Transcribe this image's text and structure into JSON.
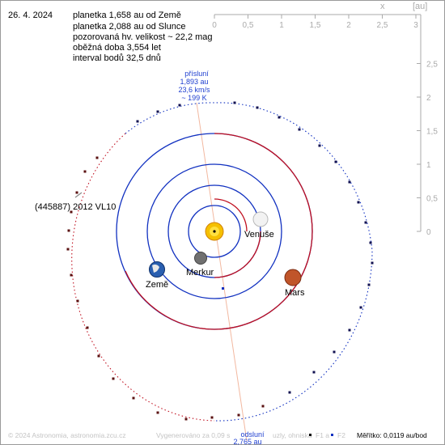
{
  "header": {
    "date": "26. 4. 2024",
    "lines": [
      "planetka 1,658 au od Země",
      "planetka 2,088 au od Slunce",
      "pozorovaná hv. velikost ~ 22,2 mag",
      "oběžná doba 3,554 let",
      "interval bodů 32,5 dnů"
    ]
  },
  "axis": {
    "x_label": "x",
    "unit_label": "[au]",
    "x_ticks": [
      "0",
      "0,5",
      "1",
      "1,5",
      "2",
      "2,5",
      "3"
    ],
    "y_ticks": [
      "0",
      "0,5",
      "1",
      "1,5",
      "2",
      "2,5"
    ]
  },
  "perihelion": {
    "label": "přísluní",
    "distance": "1,893 au",
    "speed": "23,6 km/s",
    "temperature": "~ 199 K"
  },
  "aphelion": {
    "label": "odsluní",
    "distance": "2,765 au"
  },
  "asteroid": {
    "name": "(445887) 2012 VL10"
  },
  "planets": {
    "venus": "Venuše",
    "mercury": "Merkur",
    "earth": "Země",
    "mars": "Mars"
  },
  "footer": {
    "copyright": "© 2024 Astronomia, astronomia.zcu.cz",
    "generated": "Vygenerováno za 0,09 s",
    "node_label": "uzly, ohniska",
    "f1_label": "F1 a",
    "f2_label": "F2",
    "scale": "Měřítko: 0,0119 au/bod"
  },
  "colors": {
    "inner_orbit": "#1030c0",
    "outer_orbit": "#c01020",
    "apsis_line": "#f0b090",
    "label_blue": "#2040d0",
    "axis_gray": "#aaaaaa"
  }
}
